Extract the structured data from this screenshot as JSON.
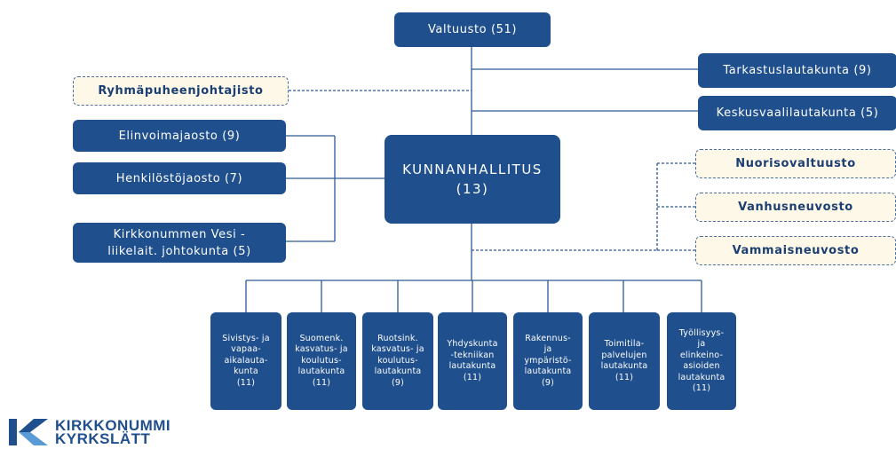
{
  "council": {
    "label": "Valtuusto (51)"
  },
  "audit_board": {
    "label": "Tarkastuslautakunta (9)"
  },
  "central_election_board": {
    "label": "Keskusvaalilautakunta (5)"
  },
  "group_chairs": {
    "label": "Ryhmäpuheenjohtajisto"
  },
  "municipal_board": {
    "label": "KUNNANHALLITUS\n(13)"
  },
  "sub_committees": [
    {
      "label": "Elinvoimajaosto (9)"
    },
    {
      "label": "Henkilöstöjaosto (7)"
    },
    {
      "label": "Kirkkonummen Vesi -\nliikelait. johtokunta (5)"
    }
  ],
  "advisory_councils": [
    {
      "label": "Nuorisovaltuusto"
    },
    {
      "label": "Vanhusneuvosto"
    },
    {
      "label": "Vammaisneuvosto"
    }
  ],
  "committees": [
    {
      "label": "Sivistys- ja\nvapaa-\naikalauta-\nkunta\n(11)"
    },
    {
      "label": "Suomenk.\nkasvatus- ja\nkoulutus-\nlautakunta\n(11)"
    },
    {
      "label": "Ruotsink.\nkasvatus- ja\nkoulutus-\nlautakunta\n(9)"
    },
    {
      "label": "Yhdyskunta\n-tekniikan\nlautakunta\n(11)"
    },
    {
      "label": "Rakennus-\nja\nympäristö-\nlautakunta\n(9)"
    },
    {
      "label": "Toimitila-\npalvelujen\nlautakunta\n(11)"
    },
    {
      "label": "Työllisyys-\nja\nelinkeino-\nasioiden\nlautakunta\n(11)"
    }
  ],
  "logo": {
    "line1": "KIRKKONUMMI",
    "line2": "KYRKSLÄTT"
  },
  "colors": {
    "box": "#1f4f8c",
    "advisory_bg": "#fdf8e8",
    "line": "#2d5a95"
  }
}
